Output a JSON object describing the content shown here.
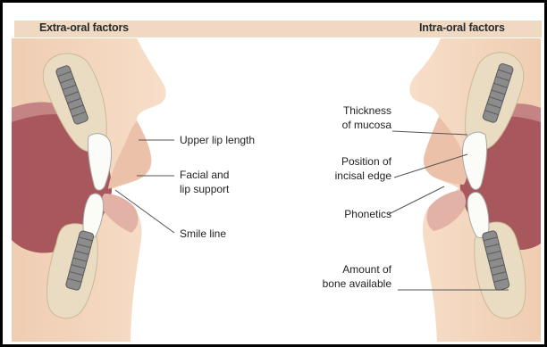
{
  "headers": {
    "extra_oral": "Extra-oral factors",
    "intra_oral": "Intra-oral factors"
  },
  "left_labels": {
    "upper_lip_length": "Upper lip length",
    "facial_lip_support_1": "Facial and",
    "facial_lip_support_2": "lip support",
    "smile_line": "Smile line"
  },
  "right_labels": {
    "thickness_1": "Thickness",
    "thickness_2": "of mucosa",
    "position_1": "Position of",
    "position_2": "incisal edge",
    "phonetics": "Phonetics",
    "amount_1": "Amount of",
    "amount_2": "bone available"
  },
  "colors": {
    "skin": "#f6dcc6",
    "skin_shadow": "#ecc4a6",
    "header_band": "#efd9c3",
    "lip_pink": "#d9a6a6",
    "oral_cavity": "#a8585c",
    "bone": "#e9dcc2",
    "implant": "#8c8c8c",
    "tooth": "#fbfbf7",
    "leader_line": "#555555"
  }
}
